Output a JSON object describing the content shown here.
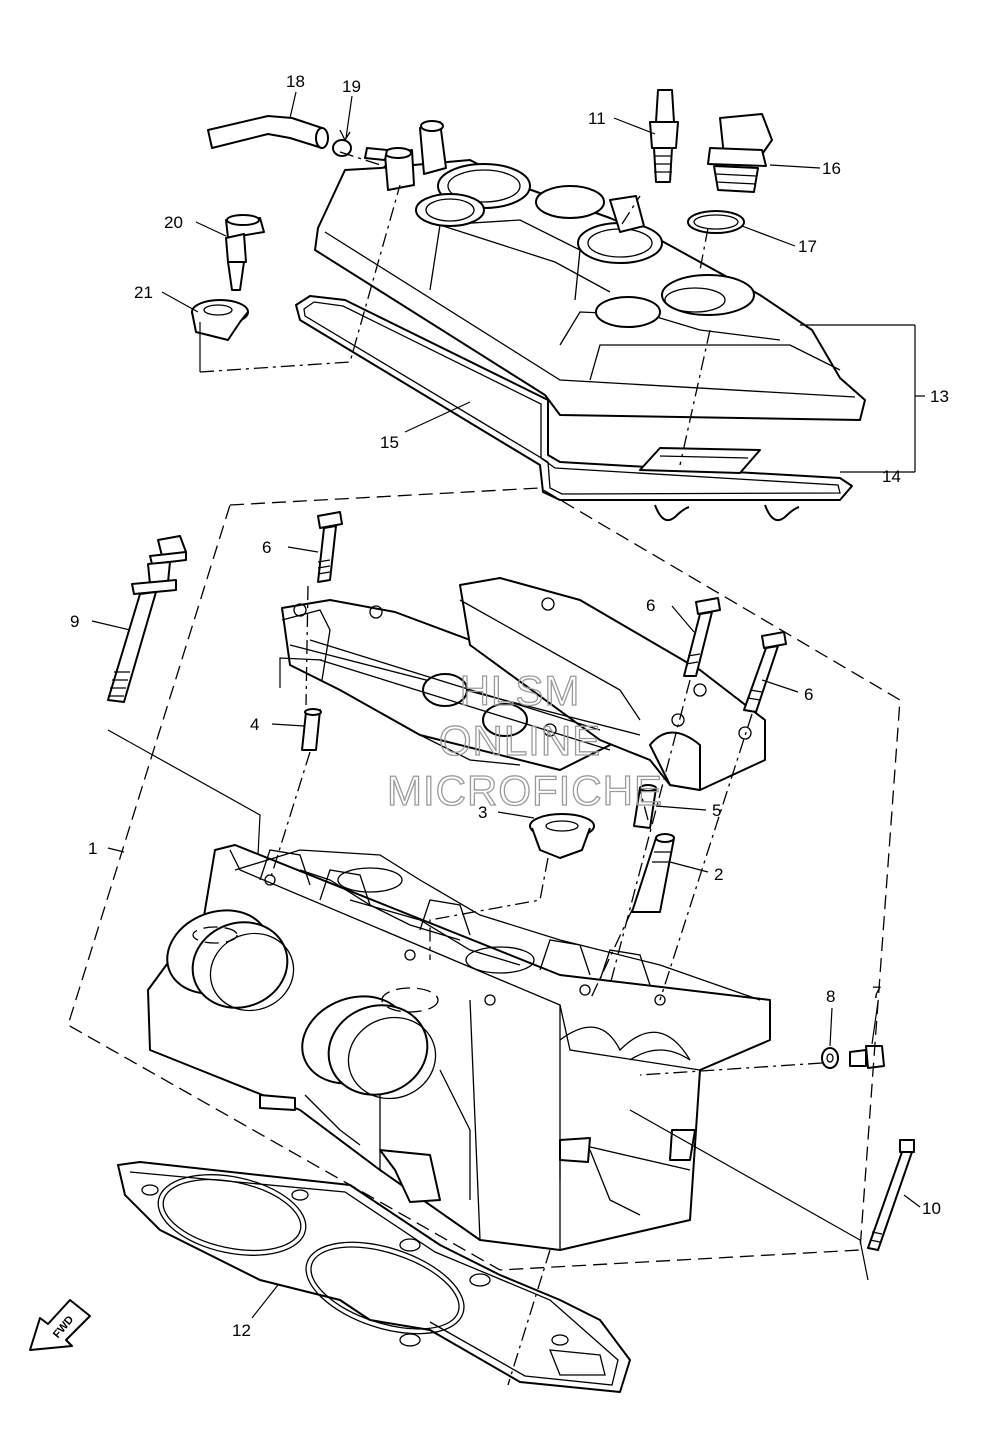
{
  "callouts": {
    "c1": "1",
    "c2": "2",
    "c3": "3",
    "c4": "4",
    "c5": "5",
    "c6a": "6",
    "c6b": "6",
    "c6c": "6",
    "c7": "7",
    "c8": "8",
    "c9": "9",
    "c10": "10",
    "c11": "11",
    "c12": "12",
    "c13": "13",
    "c14": "14",
    "c15": "15",
    "c16": "16",
    "c17": "17",
    "c18": "18",
    "c19": "19",
    "c20": "20",
    "c21": "21"
  },
  "watermark": {
    "line1": "HLSM",
    "line2": "ONLINE",
    "line3": "MICROFICHE"
  },
  "direction_marker": "FWD",
  "colors": {
    "line": "#000000",
    "watermark": "#9a9a9a",
    "background": "#ffffff"
  }
}
